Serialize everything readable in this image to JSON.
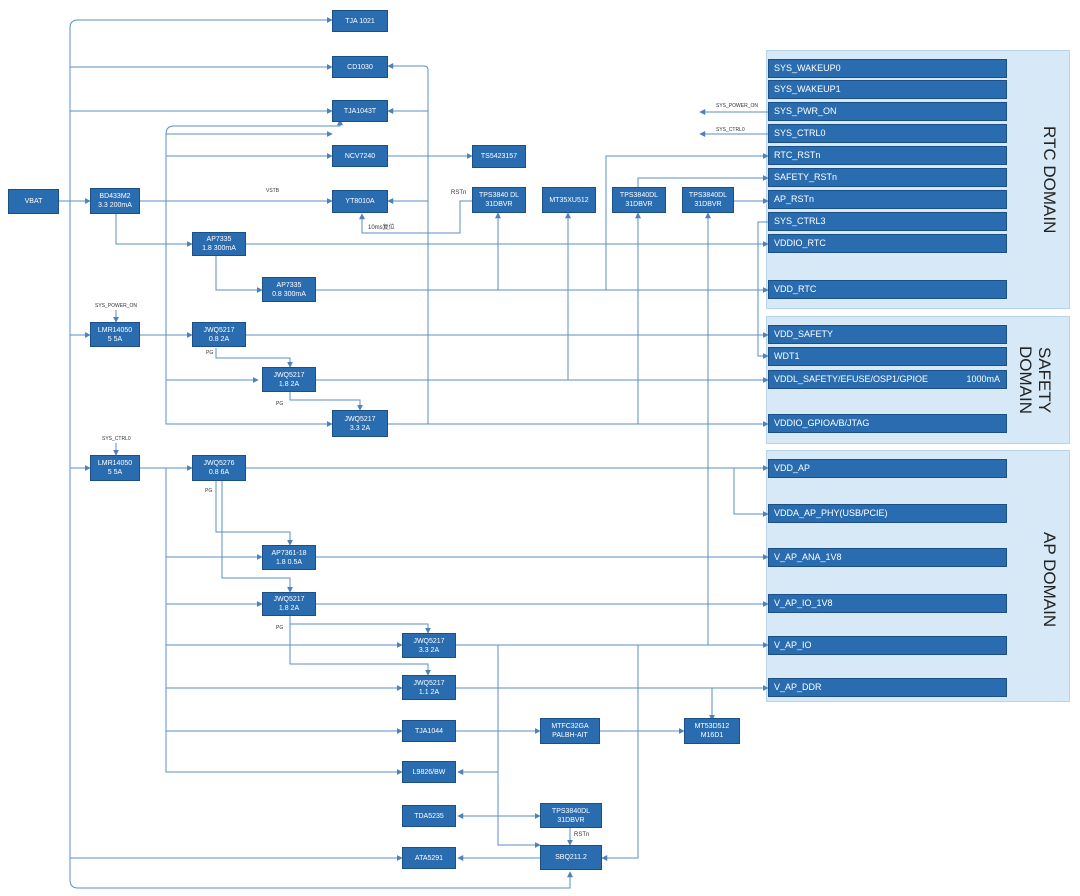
{
  "domains": {
    "rtc": "RTC DOMAIN",
    "safety": "SAFETY\nDOMAIN",
    "ap": "AP DOMAIN"
  },
  "blocks": {
    "vbat": "VBAT",
    "bd433": [
      "BD433M2",
      "3.3 200mA"
    ],
    "tja1021": "TJA 1021",
    "cd1030": "CD1030",
    "tja1043": "TJA1043T",
    "ncv7240": "NCV7240",
    "yt8010": "YT8010A",
    "ts5423": "TS5423157",
    "tps_rtc": [
      "TPS3840 DL",
      "31DBVR"
    ],
    "mt35": "MT35XU512",
    "tps_safety": [
      "TPS3840DL",
      "31DBVR"
    ],
    "tps_ap": [
      "TPS3840DL",
      "31DBVR"
    ],
    "ap7335a": [
      "AP7335",
      "1.8 300mA"
    ],
    "ap7335b": [
      "AP7335",
      "0.8 300mA"
    ],
    "lmr1": [
      "LMR14050",
      "5 5A"
    ],
    "jwq1": [
      "JWQ5217",
      "0.8 2A"
    ],
    "jwq2": [
      "JWQ5217",
      "1.8 2A"
    ],
    "jwq3": [
      "JWQ5217",
      "3.3 2A"
    ],
    "lmr2": [
      "LMR14050",
      "5 5A"
    ],
    "jwq5276": [
      "JWQ5276",
      "0.8 6A"
    ],
    "ap7361": [
      "AP7361-18",
      "1.8 0.5A"
    ],
    "jwq4": [
      "JWQ5217",
      "1.8 2A"
    ],
    "jwq5": [
      "JWQ5217",
      "3.3 2A"
    ],
    "jwq6": [
      "JWQ5217",
      "1.1 2A"
    ],
    "tja1044": "TJA1044",
    "mtfc": [
      "MTFC32GA",
      "PALBH-AIT"
    ],
    "mt53": [
      "MT53D512",
      "M16D1"
    ],
    "l9826": "L9826/BW",
    "tda": "TDA5235",
    "tps_bot": [
      "TPS3840DL",
      "31DBVR"
    ],
    "ata": "ATA5291",
    "sbq": "SBQ211.2"
  },
  "rails": {
    "sys_wakeup0": "SYS_WAKEUP0",
    "sys_wakeup1": "SYS_WAKEUP1",
    "sys_pwr_on": "SYS_PWR_ON",
    "sys_ctrl0": "SYS_CTRL0",
    "rtc_rstn": "RTC_RSTn",
    "safety_rstn": "SAFETY_RSTn",
    "ap_rstn": "AP_RSTn",
    "sys_ctrl3": "SYS_CTRL3",
    "vddio_rtc": "VDDIO_RTC",
    "vdd_rtc": "VDD_RTC",
    "vdd_safety": "VDD_SAFETY",
    "wdt1": "WDT1",
    "vddl_safety": "VDDL_SAFETY/EFUSE/OSP1/GPIOE",
    "vddl_current": "1000mA",
    "vddio_gpio": "VDDIO_GPIOA/B/JTAG",
    "vdd_ap": "VDD_AP",
    "vdda_ap_phy": "VDDA_AP_PHY(USB/PCIE)",
    "v_ap_ana": "V_AP_ANA_1V8",
    "v_ap_io_1v8": "V_AP_IO_1V8",
    "v_ap_io": "V_AP_IO",
    "v_ap_ddr": "V_AP_DDR"
  },
  "notes": {
    "vstb": "VSTB",
    "rstn_a": "RSTn",
    "rstn_b": "RSTn",
    "delay": "10ms复位",
    "pg1": "PG",
    "pg2": "PG",
    "pg3": "PG",
    "pg4": "PG",
    "sys_pwr_on_arrow": "SYS_POWER_ON",
    "sys_ctrl_arrow": "SYS_CTRL0",
    "sys_power_on_in": "SYS_POWER_ON",
    "sys_ctrl_in": "SYS_CTRL0"
  },
  "colors": {
    "block_fill": "#2a6cb0",
    "wire": "#5a8fc4",
    "domain_bg": "#d7e9f7"
  }
}
